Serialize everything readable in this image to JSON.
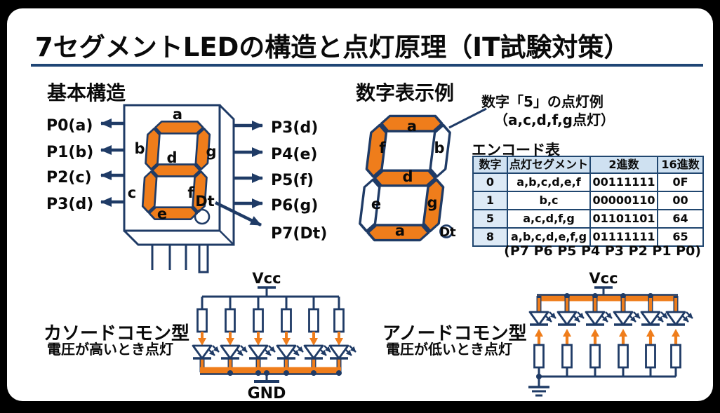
{
  "title": "7セグメントLEDの構造と点灯原理（IT試験対策）",
  "colors": {
    "navy": "#1f3b66",
    "orange": "#ef7d1b",
    "panel_blue": "#dbe6f3",
    "table_header_blue": "#cfe1f1",
    "underline_navy": "#1f4575"
  },
  "basic_structure": {
    "heading": "基本構造",
    "left_pins": [
      "P0(a)",
      "P1(b)",
      "P2(c)",
      "P3(d)"
    ],
    "right_pins": [
      "P3(d)",
      "P4(e)",
      "P5(f)",
      "P6(g)",
      "P7(Dt)"
    ],
    "segment_labels": {
      "top": "a",
      "upper_left": "b",
      "upper_right": "g",
      "middle": "d",
      "lower_left": "c",
      "lower_right": "f",
      "bottom": "e",
      "dot": "Dt"
    }
  },
  "digit_example": {
    "heading": "数字表示例",
    "callout_line1": "数字「5」の点灯例",
    "callout_line2": "（a,c,d,f,g点灯）",
    "segment_labels": {
      "top": "a",
      "upper_left": "f",
      "upper_right": "b",
      "middle": "d",
      "lower_left": "e",
      "lower_right": "g",
      "bottom": "a",
      "dot": "Dt"
    },
    "lit_segments": [
      "top",
      "upper_left",
      "middle",
      "lower_right",
      "bottom"
    ]
  },
  "encode_table": {
    "heading": "エンコード表",
    "columns": [
      "数字",
      "点灯セグメント",
      "2進数",
      "16進数"
    ],
    "rows": [
      [
        "0",
        "a,b,c,d,e,f",
        "00111111",
        "0F"
      ],
      [
        "1",
        "b,c",
        "00000110",
        "00"
      ],
      [
        "5",
        "a,c,d,f,g",
        "01101101",
        "64"
      ],
      [
        "8",
        "a,b,c,d,e,f,g",
        "01111111",
        "65"
      ]
    ],
    "footnote": "(P7 P6 P5 P4 P3 P2 P1 P0)"
  },
  "cathode_common": {
    "title": "カソードコモン型",
    "subtitle": "電圧が高いとき点灯",
    "power_label": "Vcc",
    "ground_label": "GND"
  },
  "anode_common": {
    "title": "アノードコモン型",
    "subtitle": "電圧が低いとき点灯",
    "power_label": "Vcc"
  }
}
